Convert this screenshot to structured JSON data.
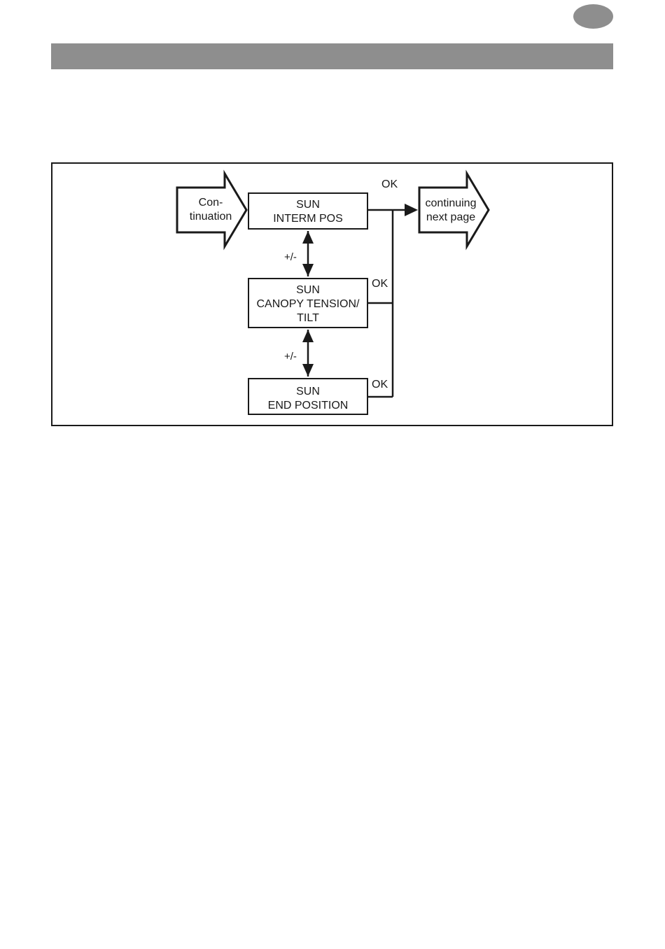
{
  "flow": {
    "start_arrow": {
      "line1": "Con-",
      "line2": "tinuation"
    },
    "end_arrow": {
      "line1": "continuing",
      "line2": "next page"
    },
    "box_interm": {
      "line1": "SUN",
      "line2": "INTERM POS"
    },
    "box_canopy": {
      "line1": "SUN",
      "line2": "CANOPY TENSION/",
      "line3": "TILT"
    },
    "box_end": {
      "line1": "SUN",
      "line2": "END POSITION"
    },
    "ok_label": "OK",
    "plusminus_label": "+/-"
  },
  "colors": {
    "gray": "#8e8e8e",
    "ink": "#1a1a1a"
  }
}
